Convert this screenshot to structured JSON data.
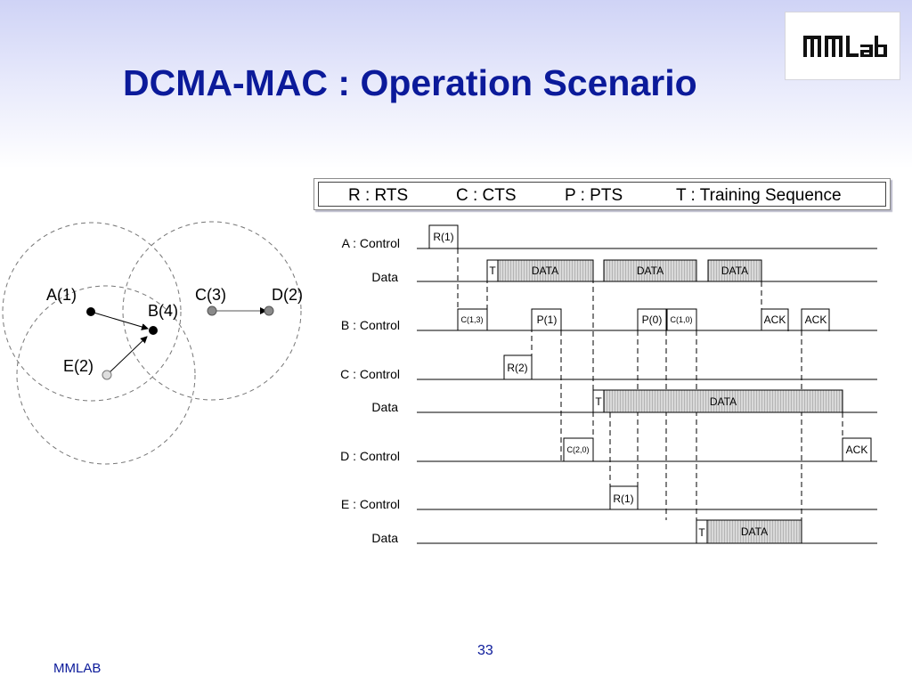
{
  "slide": {
    "title": "DCMA-MAC : Operation Scenario",
    "footer": "MMLAB",
    "page_number": "33",
    "logo_text": "MMLAB"
  },
  "legend": {
    "rts": "R : RTS",
    "cts": "C : CTS",
    "pts": "P : PTS",
    "training": "T : Training Sequence"
  },
  "topology": {
    "nodes": {
      "a": "A(1)",
      "b": "B(4)",
      "c": "C(3)",
      "d": "D(2)",
      "e": "E(2)"
    }
  },
  "timeline": {
    "rows": {
      "a_control": "A : Control",
      "a_data": "Data",
      "b_control": "B : Control",
      "c_control": "C : Control",
      "c_data": "Data",
      "d_control": "D : Control",
      "e_control": "E : Control",
      "e_data": "Data"
    },
    "frames": {
      "a_rts": "R(1)",
      "a_t": "T",
      "a_data1": "DATA",
      "a_data2": "DATA",
      "a_data3": "DATA",
      "b_cts": "C(1,3)",
      "b_pts1": "P(1)",
      "b_pts0": "P(0)",
      "b_cts10": "C(1,0)",
      "b_ack1": "ACK",
      "b_ack2": "ACK",
      "c_rts": "R(2)",
      "c_t": "T",
      "c_data": "DATA",
      "d_cts": "C(2,0)",
      "d_ack": "ACK",
      "e_rts": "R(1)",
      "e_t": "T",
      "e_data": "DATA"
    }
  },
  "colors": {
    "title": "#0b1a9a",
    "data_fill": "#d8d8d8",
    "node_fill": "#000000",
    "node_gray": "#808080"
  }
}
